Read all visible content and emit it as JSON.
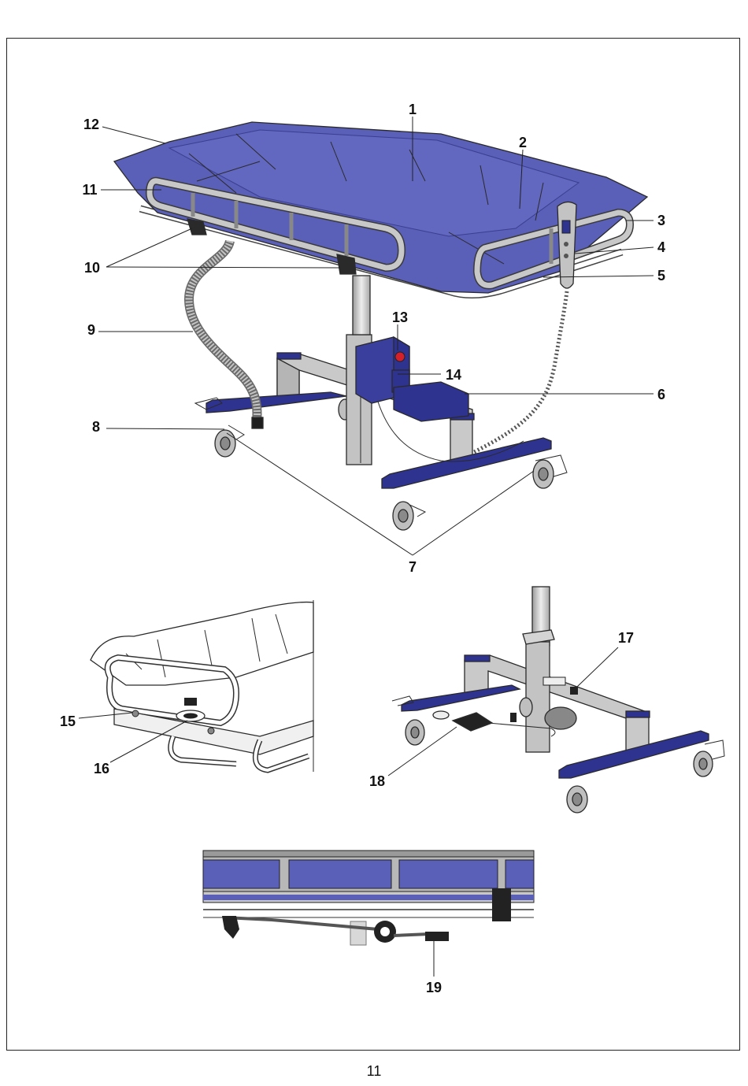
{
  "figure": {
    "callouts": [
      {
        "id": "1",
        "label": "1"
      },
      {
        "id": "2",
        "label": "2"
      },
      {
        "id": "3",
        "label": "3"
      },
      {
        "id": "4",
        "label": "4"
      },
      {
        "id": "5",
        "label": "5"
      },
      {
        "id": "6",
        "label": "6"
      },
      {
        "id": "7",
        "label": "7"
      },
      {
        "id": "8",
        "label": "8"
      },
      {
        "id": "9",
        "label": "9"
      },
      {
        "id": "10",
        "label": "10"
      },
      {
        "id": "11",
        "label": "11"
      },
      {
        "id": "12",
        "label": "12"
      },
      {
        "id": "13",
        "label": "13"
      },
      {
        "id": "14",
        "label": "14"
      },
      {
        "id": "15",
        "label": "15"
      },
      {
        "id": "16",
        "label": "16"
      },
      {
        "id": "17",
        "label": "17"
      },
      {
        "id": "18",
        "label": "18"
      },
      {
        "id": "19",
        "label": "19"
      }
    ]
  },
  "colors": {
    "mattress_blue": "#5a5fb8",
    "mattress_shadow": "#4a4fa4",
    "frame_grey": "#c8c8c8",
    "frame_dark": "#9a9a9a",
    "base_navy": "#2f3390",
    "line": "#2a2a2a"
  },
  "page": {
    "number": "11"
  }
}
